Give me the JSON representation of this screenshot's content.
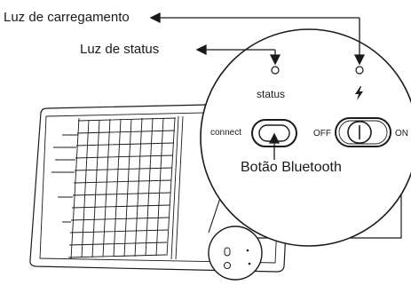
{
  "labels": {
    "charging_light": "Luz de carregamento",
    "status_light": "Luz de status",
    "bluetooth_button": "Botão Bluetooth"
  },
  "device": {
    "status_label": "status",
    "connect_label": "connect",
    "off_label": "OFF",
    "on_label": "ON",
    "lightning_icon": "lightning-icon"
  },
  "colors": {
    "ink": "#1a1a1a",
    "background": "#ffffff"
  }
}
